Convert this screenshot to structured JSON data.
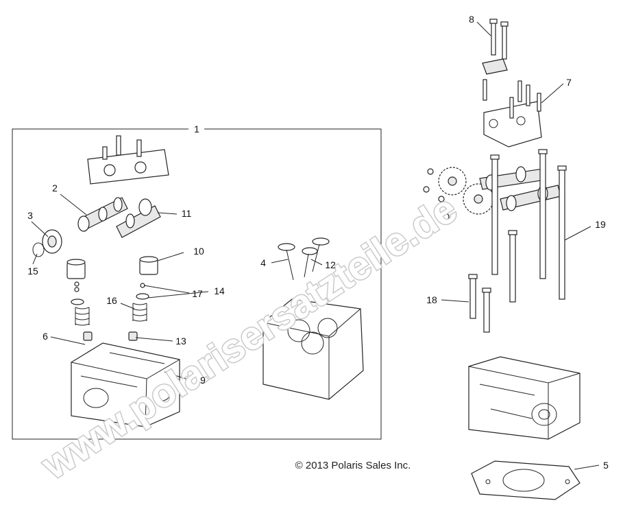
{
  "callouts": [
    "1",
    "2",
    "3",
    "4",
    "5",
    "6",
    "7",
    "8",
    "9",
    "10",
    "11",
    "12",
    "13",
    "14",
    "15",
    "16",
    "17",
    "18",
    "19"
  ],
  "copyright": "© 2013 Polaris Sales Inc.",
  "watermark": "www.polarisersatzteile.de"
}
